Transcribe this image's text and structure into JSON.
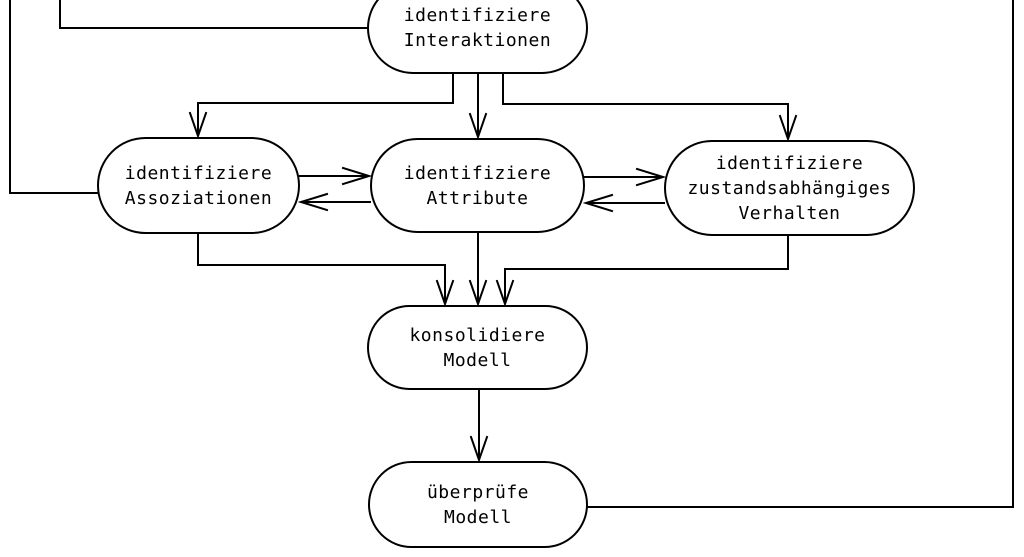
{
  "diagram": {
    "background_color": "#ffffff",
    "line_color": "#000000",
    "nodes": {
      "interaktionen": {
        "lines": [
          "identifiziere",
          "Interaktionen"
        ]
      },
      "assoziationen": {
        "lines": [
          "identifiziere",
          "Assoziationen"
        ]
      },
      "attribute": {
        "lines": [
          "identifiziere",
          "Attribute"
        ]
      },
      "verhalten": {
        "lines": [
          "identifiziere",
          "zustandsabhängiges",
          "Verhalten"
        ]
      },
      "konsolidiere": {
        "lines": [
          "konsolidiere",
          "Modell"
        ]
      },
      "ueberpruefe": {
        "lines": [
          "überprüfe",
          "Modell"
        ]
      }
    },
    "edges": [
      {
        "from": "identifiziere Interaktionen",
        "to": "identifiziere Assoziationen",
        "arrow": true
      },
      {
        "from": "identifiziere Interaktionen",
        "to": "identifiziere Attribute",
        "arrow": true
      },
      {
        "from": "identifiziere Interaktionen",
        "to": "identifiziere zustandsabhängiges Verhalten",
        "arrow": true
      },
      {
        "from": "identifiziere Assoziationen",
        "to": "identifiziere Attribute",
        "arrow": true
      },
      {
        "from": "identifiziere Attribute",
        "to": "identifiziere Assoziationen",
        "arrow": true
      },
      {
        "from": "identifiziere Attribute",
        "to": "identifiziere zustandsabhängiges Verhalten",
        "arrow": true
      },
      {
        "from": "identifiziere zustandsabhängiges Verhalten",
        "to": "identifiziere Attribute",
        "arrow": true
      },
      {
        "from": "identifiziere Assoziationen",
        "to": "konsolidiere Modell",
        "arrow": true
      },
      {
        "from": "identifiziere Attribute",
        "to": "konsolidiere Modell",
        "arrow": true
      },
      {
        "from": "identifiziere zustandsabhängiges Verhalten",
        "to": "konsolidiere Modell",
        "arrow": true
      },
      {
        "from": "konsolidiere Modell",
        "to": "überprüfe Modell",
        "arrow": true
      },
      {
        "from": "überprüfe Modell",
        "to": "offscreen-top-right feedback line",
        "arrow": false
      },
      {
        "from": "offscreen-top-left feedback line",
        "to": "identifiziere Interaktionen",
        "arrow": false
      },
      {
        "from": "offscreen-top-left feedback line",
        "to": "identifiziere Assoziationen",
        "arrow": false
      }
    ]
  }
}
